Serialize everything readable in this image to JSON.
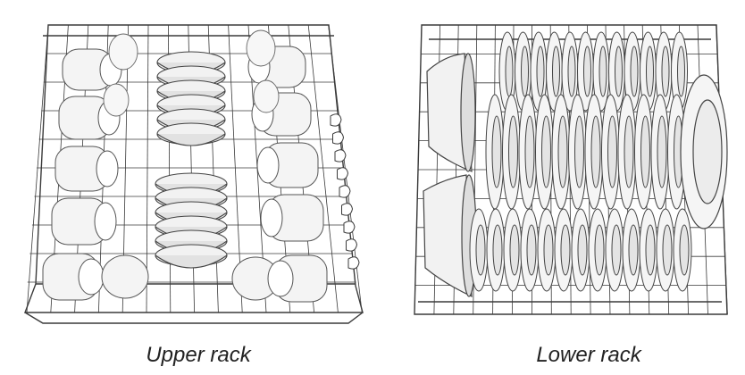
{
  "captions": {
    "upper": "Upper rack",
    "lower": "Lower rack"
  },
  "illustrations": {
    "upper": [
      "cup",
      "cup",
      "cup",
      "cup",
      "cup",
      "cup",
      "cup",
      "cup",
      "bowl-stack-top",
      "bowl-stack-bottom",
      "glass",
      "glass",
      "glass",
      "glass"
    ],
    "lower": [
      "serving-bowl",
      "serving-bowl",
      "dinner-plate-row",
      "dinner-plate-row",
      "dinner-plate-row",
      "platter"
    ]
  },
  "colors": {
    "wire": "#3a3a3a",
    "dish_fill": "#f4f4f4",
    "dish_shade": "#cfcfcf",
    "caption": "#222222"
  }
}
